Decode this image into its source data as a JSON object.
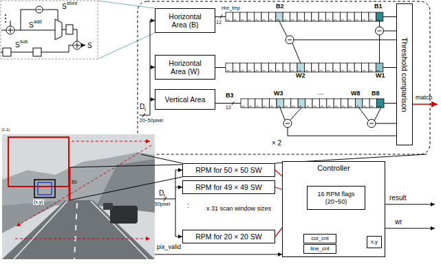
{
  "diagram": {
    "nodes": [
      {
        "text": [
          "Horizontal Area (B)"
        ]
      },
      {
        "text": [
          "Horizontal Area (W)"
        ]
      },
      {
        "text": [
          "Vertical Area"
        ]
      },
      {
        "text": [
          "Threshold comparison"
        ]
      },
      {
        "text": [
          "RPM for 50 × 50 SW"
        ]
      },
      {
        "text": [
          "RPM for 49 × 49 SW"
        ]
      },
      {
        "text": [
          "RPM for 20 × 20 SW"
        ]
      },
      {
        "text": [
          "Controller"
        ]
      },
      {
        "text": [
          "16 RPM flags (20~50)"
        ],
        "in": 7
      },
      {
        "text": [
          "col_cnt"
        ],
        "in": 7
      },
      {
        "text": [
          "line_cnt"
        ],
        "in": 7
      },
      {
        "text": [
          "x,y"
        ],
        "in": 7
      }
    ],
    "edges": [
      {
        "from": 4,
        "to": 8,
        "arrow": "to"
      },
      {
        "from": 5,
        "to": 8,
        "arrow": "to"
      },
      {
        "from": 6,
        "to": 8,
        "arrow": "to"
      },
      {
        "from": 9,
        "to": 11,
        "arrow": "to"
      },
      {
        "from": 10,
        "to": 11,
        "arrow": "to"
      }
    ],
    "labels": [
      "S",
      "store",
      "S",
      "add",
      "S",
      "sub",
      "S",
      "Hor_tmp",
      "12",
      "B2",
      "B1",
      "W2",
      "W1",
      "B3",
      "12",
      "W3",
      "⋯",
      "W8",
      "B8",
      "× 2",
      "D",
      "t",
      "20~50pixel",
      "match",
      "(1,1)",
      "50",
      "(x,y)",
      "D",
      "t",
      "50pixel",
      ":",
      "x 31 scan window sizes",
      "result",
      "wr",
      "pix_valid"
    ]
  }
}
